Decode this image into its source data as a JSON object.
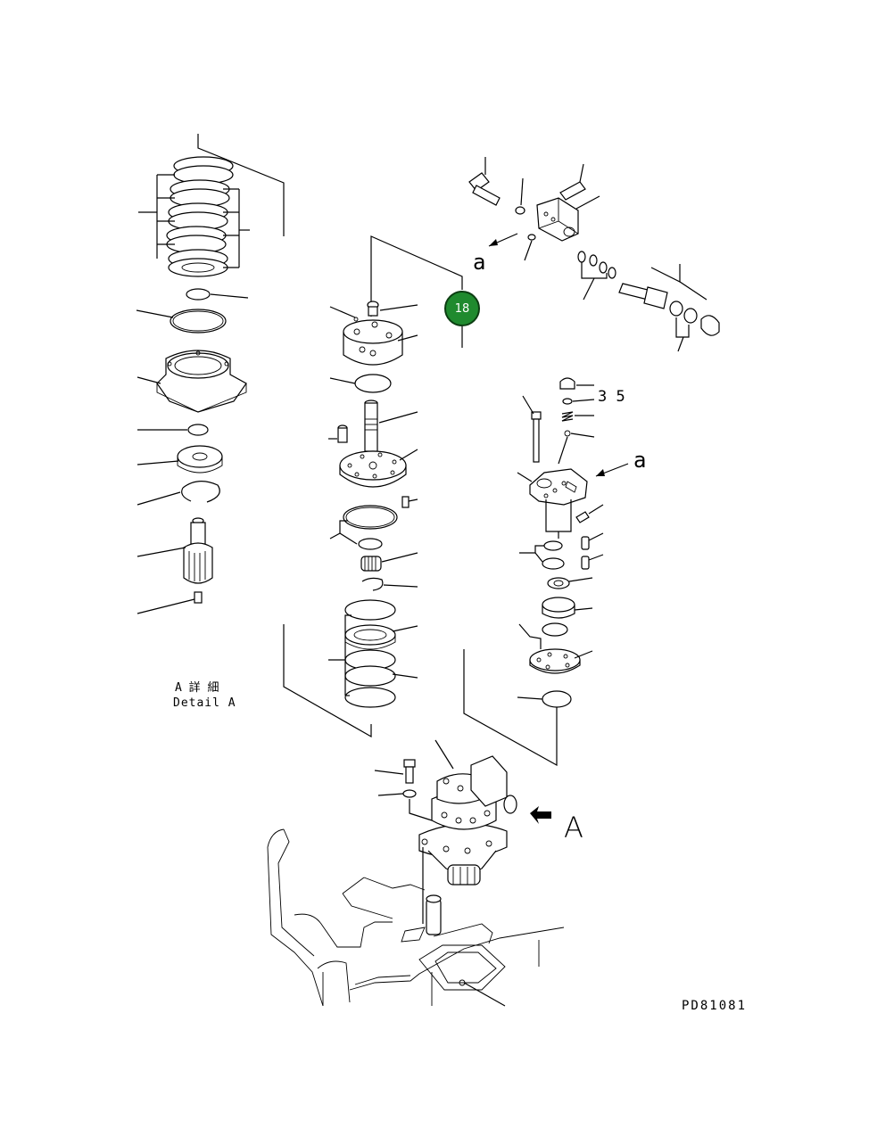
{
  "labels": {
    "arrow_a_top": "a",
    "arrow_a_right": "a",
    "part_35": "3 5",
    "view_letter": "A",
    "detail_jp": "A 詳 細",
    "detail_en": "Detail A",
    "drawing_number": "PD81081"
  },
  "callout": {
    "number": "18",
    "color": "#1f8a2e"
  }
}
